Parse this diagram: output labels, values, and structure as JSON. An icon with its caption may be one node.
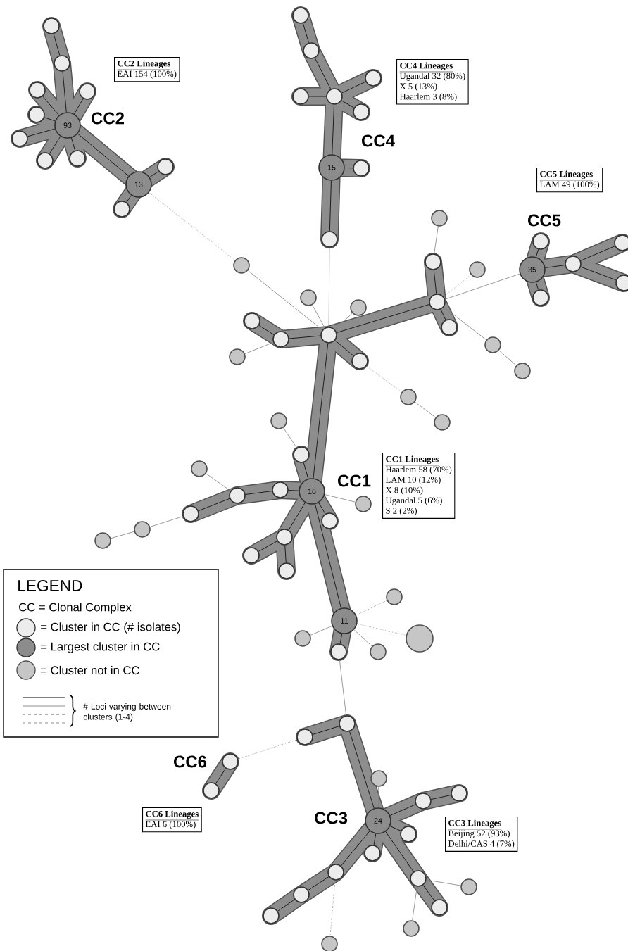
{
  "diagram": {
    "nodes": [
      {
        "text": [],
        "shape": "circle"
      },
      {
        "text": [],
        "shape": "circle"
      },
      {
        "text": [],
        "shape": "circle"
      },
      {
        "text": [],
        "shape": "circle"
      },
      {
        "text": [],
        "shape": "circle"
      },
      {
        "text": [
          "93"
        ]
      },
      {
        "text": [],
        "shape": "circle"
      },
      {
        "text": [],
        "shape": "circle"
      },
      {
        "text": [],
        "shape": "circle"
      },
      {
        "text": [
          "13"
        ]
      },
      {
        "text": [],
        "shape": "circle"
      },
      {
        "text": [],
        "shape": "circle"
      },
      {
        "text": [],
        "shape": "circle"
      },
      {
        "text": [],
        "shape": "circle"
      },
      {
        "text": [],
        "shape": "circle"
      },
      {
        "text": [],
        "shape": "circle"
      },
      {
        "text": [],
        "shape": "circle"
      },
      {
        "text": [],
        "shape": "circle"
      },
      {
        "text": [
          "15"
        ]
      },
      {
        "text": [],
        "shape": "circle"
      },
      {
        "text": [],
        "shape": "circle"
      },
      {
        "text": [],
        "shape": "circle"
      },
      {
        "text": [],
        "shape": "circle"
      },
      {
        "text": [],
        "shape": "circle"
      },
      {
        "text": [],
        "shape": "circle"
      },
      {
        "text": [
          "35"
        ]
      },
      {
        "text": [],
        "shape": "circle"
      },
      {
        "text": [],
        "shape": "circle"
      },
      {
        "text": [],
        "shape": "circle"
      },
      {
        "text": [],
        "shape": "circle"
      },
      {
        "text": [],
        "shape": "circle"
      },
      {
        "text": [],
        "shape": "circle"
      },
      {
        "text": [],
        "shape": "circle"
      },
      {
        "text": [],
        "shape": "circle"
      },
      {
        "text": [],
        "shape": "circle"
      },
      {
        "text": [],
        "shape": "circle"
      },
      {
        "text": [],
        "shape": "circle"
      },
      {
        "text": [],
        "shape": "circle"
      },
      {
        "text": [],
        "shape": "circle"
      },
      {
        "text": [],
        "shape": "circle"
      },
      {
        "text": [],
        "shape": "circle"
      },
      {
        "text": [],
        "shape": "circle"
      },
      {
        "text": [],
        "shape": "circle"
      },
      {
        "text": [],
        "shape": "circle"
      },
      {
        "text": [],
        "shape": "circle"
      },
      {
        "text": [],
        "shape": "circle"
      },
      {
        "text": [],
        "shape": "circle"
      },
      {
        "text": [],
        "shape": "circle"
      },
      {
        "text": [
          "16"
        ]
      },
      {
        "text": [],
        "shape": "circle"
      },
      {
        "text": [],
        "shape": "circle"
      },
      {
        "text": [],
        "shape": "circle"
      },
      {
        "text": [],
        "shape": "circle"
      },
      {
        "text": [],
        "shape": "circle"
      },
      {
        "text": [],
        "shape": "circle"
      },
      {
        "text": [],
        "shape": "circle"
      },
      {
        "text": [],
        "shape": "circle"
      },
      {
        "text": [],
        "shape": "circle"
      },
      {
        "text": [],
        "shape": "circle"
      },
      {
        "text": [
          "11"
        ]
      },
      {
        "text": [],
        "shape": "circle"
      },
      {
        "text": [],
        "shape": "circle"
      },
      {
        "text": [],
        "shape": "circle"
      },
      {
        "text": [],
        "shape": "circle"
      },
      {
        "text": [],
        "shape": "circle"
      },
      {
        "text": [],
        "shape": "circle"
      },
      {
        "text": [],
        "shape": "circle"
      },
      {
        "text": [],
        "shape": "circle"
      },
      {
        "text": [],
        "shape": "circle"
      },
      {
        "text": [],
        "shape": "circle"
      },
      {
        "text": [],
        "shape": "circle"
      },
      {
        "text": [
          "24"
        ]
      },
      {
        "text": [],
        "shape": "circle"
      },
      {
        "text": [],
        "shape": "circle"
      },
      {
        "text": [],
        "shape": "circle"
      },
      {
        "text": [],
        "shape": "circle"
      },
      {
        "text": [],
        "shape": "circle"
      },
      {
        "text": [],
        "shape": "circle"
      },
      {
        "text": [],
        "shape": "circle"
      },
      {
        "text": [],
        "shape": "circle"
      },
      {
        "text": [],
        "shape": "circle"
      },
      {
        "text": [],
        "shape": "circle"
      },
      {
        "text": [
          "CC2 Lineages",
          "EAI 154 (100%)"
        ]
      },
      {
        "text": [
          "CC4 Lineages",
          "Ugandal 32 (80%)",
          "X 5 (13%)",
          "Haarlem 3 (8%)"
        ]
      },
      {
        "text": [
          "CC5 Lineages",
          "LAM 49 (100%)"
        ]
      },
      {
        "text": [
          "CC1 Lineages",
          "Haarlem 58 (70%)",
          "LAM 10 (12%)",
          "X 8 (10%)",
          "Ugandal 5 (6%)",
          "S 2 (2%)"
        ]
      },
      {
        "text": [
          "CC6 Lineages",
          "EAI 6 (100%)"
        ]
      },
      {
        "text": [
          "CC3 Lineages",
          "Beijing 52 (93%)",
          "Delhi/CAS 4 (7%)"
        ]
      }
    ],
    "edges": [
      {
        "from": 0,
        "to": 1,
        "arrow": "none"
      },
      {
        "from": 1,
        "to": 5,
        "arrow": "none"
      },
      {
        "from": 2,
        "to": 5,
        "arrow": "none"
      },
      {
        "from": 3,
        "to": 5,
        "arrow": "none"
      },
      {
        "from": 4,
        "to": 5,
        "arrow": "none"
      },
      {
        "from": 6,
        "to": 5,
        "arrow": "none"
      },
      {
        "from": 7,
        "to": 5,
        "arrow": "none"
      },
      {
        "from": 8,
        "to": 5,
        "arrow": "none"
      },
      {
        "from": 5,
        "to": 9,
        "arrow": "none"
      },
      {
        "from": 9,
        "to": 10,
        "arrow": "none"
      },
      {
        "from": 9,
        "to": 11,
        "arrow": "none"
      },
      {
        "from": 9,
        "to": 23,
        "arrow": "none",
        "style": "dashed",
        "color": "#808080"
      },
      {
        "from": 12,
        "to": 13,
        "arrow": "none"
      },
      {
        "from": 13,
        "to": 16,
        "arrow": "none"
      },
      {
        "from": 15,
        "to": 16,
        "arrow": "none"
      },
      {
        "from": 14,
        "to": 16,
        "arrow": "none"
      },
      {
        "from": 17,
        "to": 16,
        "arrow": "none"
      },
      {
        "from": 16,
        "to": 18,
        "arrow": "none"
      },
      {
        "from": 18,
        "to": 19,
        "arrow": "none"
      },
      {
        "from": 18,
        "to": 20,
        "arrow": "none"
      },
      {
        "from": 20,
        "to": 36,
        "arrow": "none",
        "color": "#808080"
      },
      {
        "from": 23,
        "to": 36,
        "arrow": "none",
        "color": "#808080"
      },
      {
        "from": 31,
        "to": 36,
        "arrow": "none",
        "color": "#808080"
      },
      {
        "from": 33,
        "to": 36,
        "arrow": "none",
        "color": "#808080"
      },
      {
        "from": 36,
        "to": 37,
        "arrow": "none"
      },
      {
        "from": 37,
        "to": 34,
        "arrow": "none"
      },
      {
        "from": 39,
        "to": 37,
        "arrow": "none",
        "color": "#808080"
      },
      {
        "from": 36,
        "to": 40,
        "arrow": "none"
      },
      {
        "from": 40,
        "to": 42,
        "arrow": "none",
        "style": "dashed",
        "color": "#808080"
      },
      {
        "from": 42,
        "to": 44,
        "arrow": "none",
        "color": "#808080"
      },
      {
        "from": 36,
        "to": 32,
        "arrow": "none"
      },
      {
        "from": 32,
        "to": 22,
        "arrow": "none"
      },
      {
        "from": 22,
        "to": 21,
        "arrow": "none",
        "color": "#808080"
      },
      {
        "from": 32,
        "to": 35,
        "arrow": "none"
      },
      {
        "from": 32,
        "to": 24,
        "arrow": "none",
        "style": "dashed",
        "color": "#808080"
      },
      {
        "from": 32,
        "to": 25,
        "arrow": "none",
        "color": "#808080"
      },
      {
        "from": 32,
        "to": 38,
        "arrow": "none",
        "color": "#808080"
      },
      {
        "from": 38,
        "to": 41,
        "arrow": "none",
        "color": "#808080"
      },
      {
        "from": 25,
        "to": 26,
        "arrow": "none"
      },
      {
        "from": 25,
        "to": 27,
        "arrow": "none"
      },
      {
        "from": 25,
        "to": 29,
        "arrow": "none"
      },
      {
        "from": 27,
        "to": 28,
        "arrow": "none"
      },
      {
        "from": 27,
        "to": 30,
        "arrow": "none"
      },
      {
        "from": 36,
        "to": 48,
        "arrow": "none"
      },
      {
        "from": 47,
        "to": 48,
        "arrow": "none"
      },
      {
        "from": 49,
        "to": 47,
        "arrow": "none"
      },
      {
        "from": 51,
        "to": 49,
        "arrow": "none"
      },
      {
        "from": 53,
        "to": 51,
        "arrow": "none",
        "color": "#808080"
      },
      {
        "from": 55,
        "to": 53,
        "arrow": "none",
        "color": "#808080"
      },
      {
        "from": 46,
        "to": 49,
        "arrow": "none",
        "color": "#808080"
      },
      {
        "from": 48,
        "to": 54,
        "arrow": "none"
      },
      {
        "from": 54,
        "to": 56,
        "arrow": "none"
      },
      {
        "from": 54,
        "to": 57,
        "arrow": "none"
      },
      {
        "from": 48,
        "to": 45,
        "arrow": "none"
      },
      {
        "from": 45,
        "to": 43,
        "arrow": "none",
        "color": "#808080"
      },
      {
        "from": 48,
        "to": 50,
        "arrow": "none",
        "color": "#808080"
      },
      {
        "from": 48,
        "to": 52,
        "arrow": "none"
      },
      {
        "from": 48,
        "to": 59,
        "arrow": "none"
      },
      {
        "from": 59,
        "to": 62,
        "arrow": "none"
      },
      {
        "from": 59,
        "to": 58,
        "arrow": "none",
        "style": "dashed",
        "color": "#808080"
      },
      {
        "from": 59,
        "to": 60,
        "arrow": "none",
        "style": "dashed",
        "color": "#808080"
      },
      {
        "from": 59,
        "to": 63,
        "arrow": "none",
        "color": "#808080"
      },
      {
        "from": 59,
        "to": 61,
        "arrow": "none",
        "color": "#808080"
      },
      {
        "from": 62,
        "to": 64,
        "arrow": "none",
        "color": "#808080"
      },
      {
        "from": 65,
        "to": 64,
        "arrow": "none"
      },
      {
        "from": 64,
        "to": 71,
        "arrow": "none"
      },
      {
        "from": 66,
        "to": 65,
        "arrow": "none",
        "style": "dashed",
        "color": "#808080"
      },
      {
        "from": 66,
        "to": 68,
        "arrow": "none"
      },
      {
        "from": 67,
        "to": 71,
        "arrow": "none",
        "color": "#808080"
      },
      {
        "from": 71,
        "to": 70,
        "arrow": "none"
      },
      {
        "from": 70,
        "to": 69,
        "arrow": "none"
      },
      {
        "from": 71,
        "to": 72,
        "arrow": "none"
      },
      {
        "from": 71,
        "to": 73,
        "arrow": "none"
      },
      {
        "from": 71,
        "to": 74,
        "arrow": "none"
      },
      {
        "from": 74,
        "to": 77,
        "arrow": "none"
      },
      {
        "from": 77,
        "to": 79,
        "arrow": "none"
      },
      {
        "from": 71,
        "to": 75,
        "arrow": "none"
      },
      {
        "from": 75,
        "to": 78,
        "arrow": "none"
      },
      {
        "from": 75,
        "to": 76,
        "arrow": "none",
        "color": "#808080"
      },
      {
        "from": 75,
        "to": 80,
        "arrow": "none",
        "color": "#808080"
      },
      {
        "from": 74,
        "to": 81,
        "arrow": "none",
        "style": "dashed",
        "color": "#808080"
      }
    ],
    "labels": [
      "CC2",
      "CC4",
      "CC5",
      "CC1",
      "LEGEND",
      "CC6",
      "CC3"
    ],
    "legend": [
      {
        "text": "CC = Clonal Complex"
      },
      {
        "text": "= Cluster in CC (# isolates)"
      },
      {
        "text": "= Largest cluster in CC"
      },
      {
        "text": "= Cluster not in CC"
      },
      {
        "text": "# Loci varying between clusters (1-4)"
      }
    ]
  }
}
